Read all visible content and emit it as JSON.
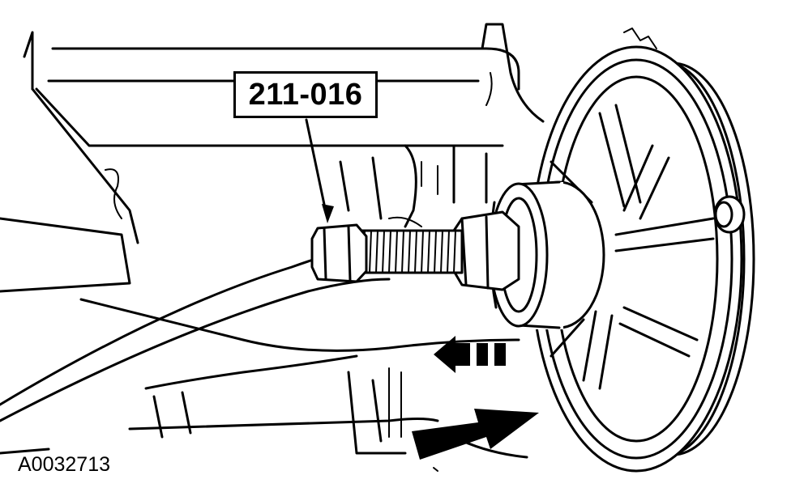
{
  "tool_callout": {
    "number": "211-016"
  },
  "figure_id": "A0032713",
  "icons": [
    "remover-installer-tool",
    "crankshaft-pulley",
    "removal-direction-arrow",
    "installation-direction-arrow"
  ]
}
